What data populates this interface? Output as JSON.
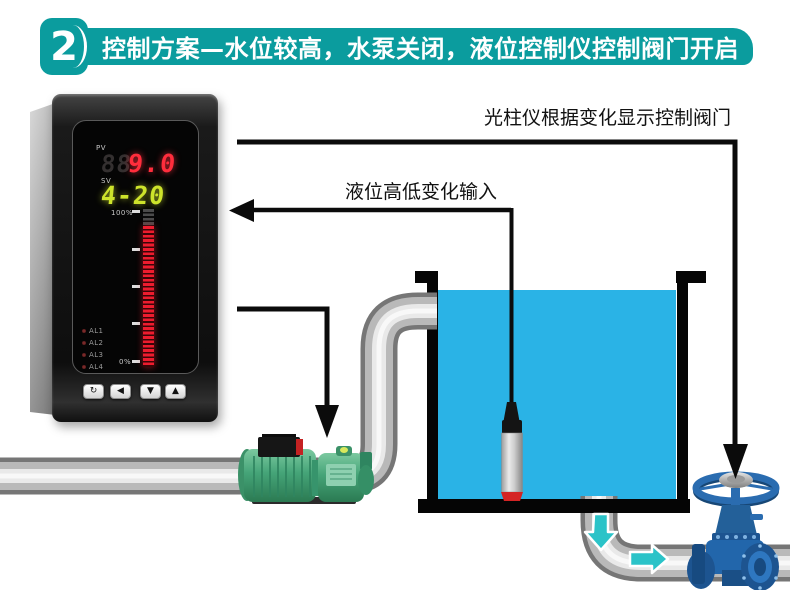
{
  "header": {
    "step_number": "2",
    "segments": [
      {
        "text": "控制方案—水位"
      },
      {
        "text": "较高",
        "bold": true
      },
      {
        "text": "，水泵"
      },
      {
        "text": "关闭",
        "bold": true
      },
      {
        "text": "，液位控制仪控制阀门"
      },
      {
        "text": "开启",
        "bold": true
      }
    ]
  },
  "annotations": {
    "valve_label": "光柱仪根据变化显示控制阀门",
    "level_label": "液位高低变化输入"
  },
  "instrument": {
    "pv_label": "PV",
    "pv_ghost": "88",
    "pv_value": "9.0",
    "sv_label": "SV",
    "sv_value": "4-20",
    "scale_top": "100%",
    "scale_bottom": "0%",
    "alarms": [
      "AL1",
      "AL2",
      "AL3",
      "AL4"
    ],
    "buttons": [
      {
        "glyph": "↻"
      },
      {
        "glyph": "◀"
      },
      {
        "glyph": "▼"
      },
      {
        "glyph": "▲"
      }
    ]
  },
  "colors": {
    "banner_teal": "#0B9C9E",
    "water_cyan": "#2AB3E6",
    "flow_arrow_teal": "#2BC3C8",
    "pv_red": "#FF2D3C",
    "sv_green": "#CDE32B",
    "bar_red": "#E8192C",
    "pump_green": "#4AA87C",
    "valve_blue": "#2266AB"
  }
}
